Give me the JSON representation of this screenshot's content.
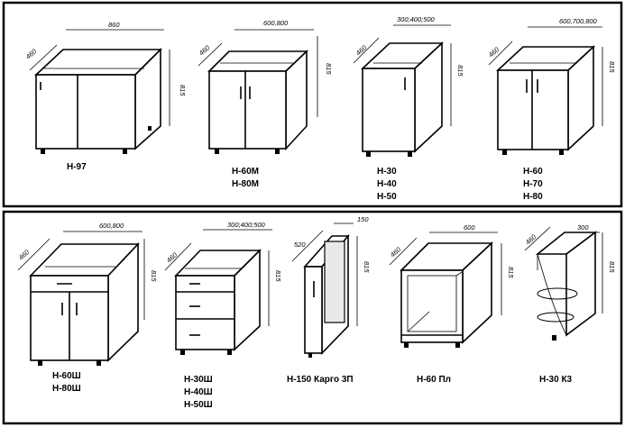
{
  "panels": {
    "top": {
      "cabinets": [
        {
          "id": "h97",
          "labels": [
            "Н-97"
          ],
          "width": "860",
          "depth": "460",
          "height": "815"
        },
        {
          "id": "h60m",
          "labels": [
            "Н-60М",
            "Н-80М"
          ],
          "width": "600,800",
          "depth": "460",
          "height": "815"
        },
        {
          "id": "h30",
          "labels": [
            "Н-30",
            "Н-40",
            "Н-50"
          ],
          "width": "300;400;500",
          "depth": "460",
          "height": "815"
        },
        {
          "id": "h60",
          "labels": [
            "Н-60",
            "Н-70",
            "Н-80"
          ],
          "width": "600,700,800",
          "depth": "460",
          "height": "815"
        }
      ]
    },
    "bottom": {
      "cabinets": [
        {
          "id": "h60sh",
          "labels": [
            "Н-60Ш",
            "Н-80Ш"
          ],
          "width": "600,800",
          "depth": "460",
          "height": "815"
        },
        {
          "id": "h30sh",
          "labels": [
            "Н-30Ш",
            "Н-40Ш",
            "Н-50Ш"
          ],
          "width": "300;400;500",
          "depth": "460",
          "height": "815"
        },
        {
          "id": "h150",
          "labels": [
            "Н-150 Карго 3П"
          ],
          "width": "150",
          "depth": "520",
          "height": "815"
        },
        {
          "id": "h60pl",
          "labels": [
            "Н-60 Пл"
          ],
          "width": "600",
          "depth": "460",
          "height": "815"
        },
        {
          "id": "h30k3",
          "labels": [
            "Н-30 К3"
          ],
          "width": "300",
          "depth": "460",
          "height": "815"
        }
      ]
    }
  }
}
